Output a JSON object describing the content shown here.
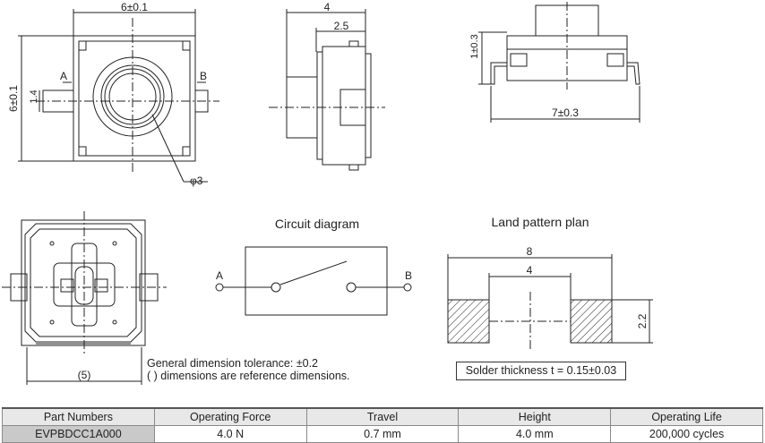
{
  "dimensions": {
    "top_width": "6±0.1",
    "top_height": "6±0.1",
    "top_terminal": "1.4",
    "side_width": "4",
    "side_inner": "2.5",
    "right_height": "1±0.3",
    "right_width": "7±0.3",
    "diameter": "φ3",
    "bottom_ref": "(5)"
  },
  "terminals": {
    "a": "A",
    "b": "B"
  },
  "circuit": {
    "title": "Circuit diagram",
    "a": "A",
    "b": "B"
  },
  "land": {
    "title": "Land pattern plan",
    "outer": "8",
    "inner": "4",
    "pad": "2.2"
  },
  "notes": {
    "tolerance": "General dimension tolerance: ±0.2",
    "reference": "(    ) dimensions are reference dimensions.",
    "solder": "Solder thickness t = 0.15±0.03"
  },
  "specs": {
    "headers": [
      "Part Numbers",
      "Operating Force",
      "Travel",
      "Height",
      "Operating Life"
    ],
    "row": [
      "EVPBDCC1A000",
      "4.0 N",
      "0.7 mm",
      "4.0 mm",
      "200,000 cycles"
    ]
  },
  "colors": {
    "line": "#222222",
    "header_bg": "#e8e8e8",
    "part_bg": "#c9c9c9"
  }
}
